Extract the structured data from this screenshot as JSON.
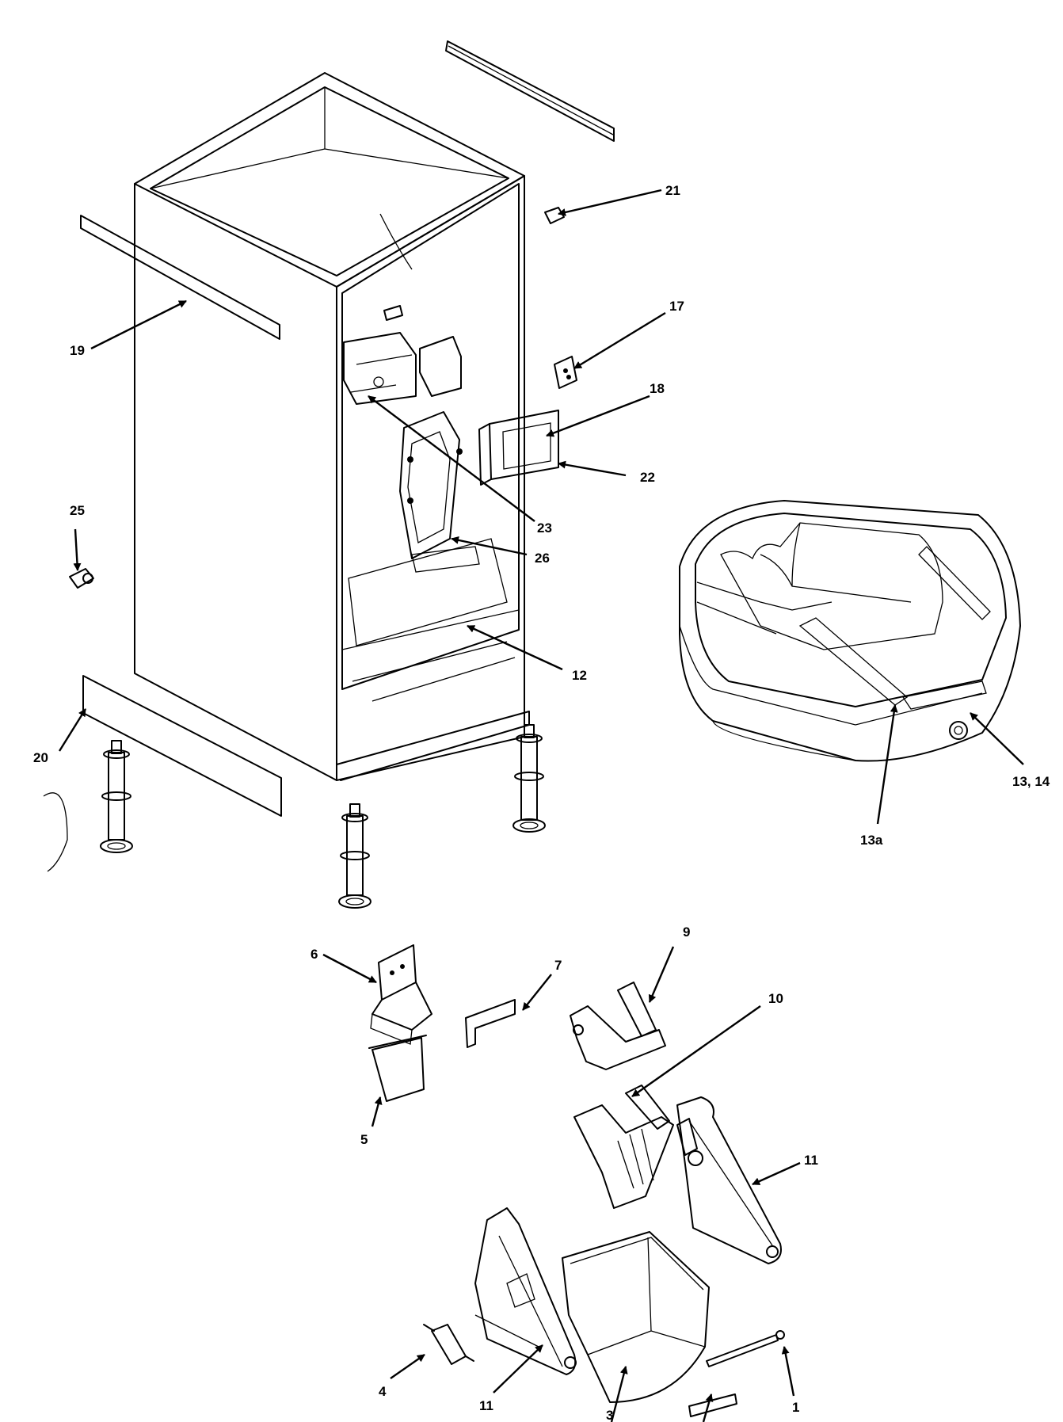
{
  "callouts": {
    "c1": "1",
    "c3": "3",
    "c4": "4",
    "c5": "5",
    "c6": "6",
    "c7": "7",
    "c9": "9",
    "c10": "10",
    "c11a": "11",
    "c11b": "11",
    "c12": "12",
    "c13_14": "13, 14",
    "c13a": "13a",
    "c17": "17",
    "c18": "18",
    "c19": "19",
    "c20": "20",
    "c21": "21",
    "c22": "22",
    "c23": "23",
    "c25": "25",
    "c26": "26"
  }
}
